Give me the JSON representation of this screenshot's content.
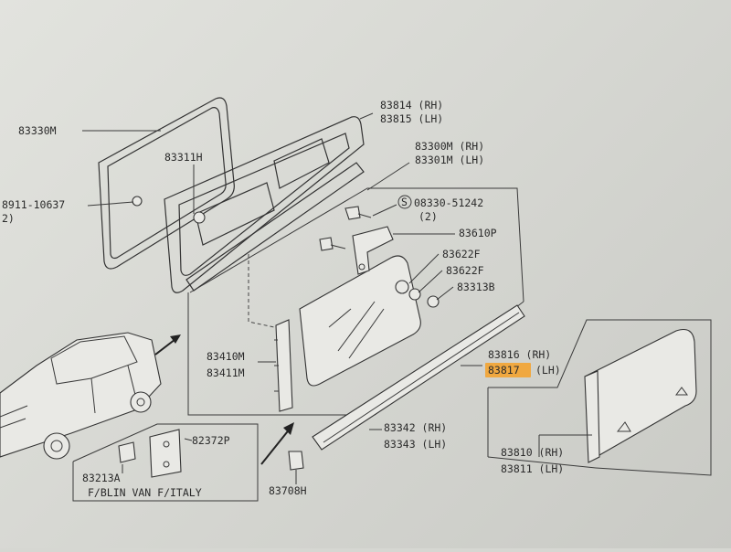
{
  "labels": {
    "p83330m": "83330M",
    "p83814": "83814 (RH)",
    "p83815": "83815 (LH)",
    "p83311h": "83311H",
    "p83300m": "83300M (RH)",
    "p83301m": "83301M (LH)",
    "p08911": "8911-10637",
    "p08911_qty": "2)",
    "p08330": "08330-51242",
    "p08330_qty": "(2)",
    "s_symbol": "S",
    "p83610p": "83610P",
    "p83622f_a": "83622F",
    "p83622f_b": "83622F",
    "p83313b": "83313B",
    "p83410m": "83410M",
    "p83411m": "83411M",
    "p83816": "83816 (RH)",
    "p83817": "83817",
    "p83817_side": "(LH)",
    "p83342": "83342 (RH)",
    "p83343": "83343 (LH)",
    "p83810": "83810 (RH)",
    "p83811": "83811 (LH)",
    "p82372p": "82372P",
    "p83213a": "83213A",
    "p83708h": "83708H",
    "note": "F/BLIN VAN F/ITALY"
  },
  "colors": {
    "highlight": "#f0a840"
  }
}
